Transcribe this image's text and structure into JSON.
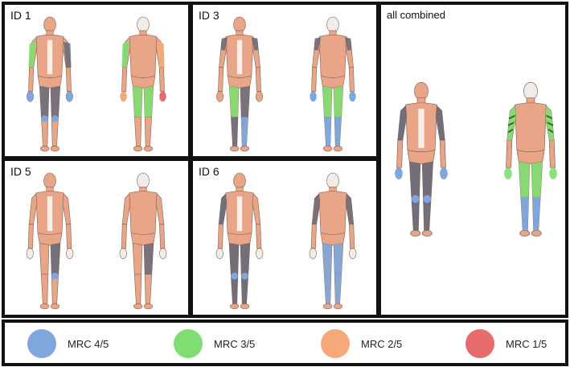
{
  "panels": [
    {
      "label": "ID 1"
    },
    {
      "label": "ID 3"
    },
    {
      "label": "all combined"
    },
    {
      "label": "ID 5"
    },
    {
      "label": "ID 6"
    }
  ],
  "legend": [
    {
      "label": "MRC 4/5",
      "color": "#7fa7dc"
    },
    {
      "label": "MRC 3/5",
      "color": "#7ede72"
    },
    {
      "label": "MRC 2/5",
      "color": "#f5a97a"
    },
    {
      "label": "MRC 1/5",
      "color": "#e66b6b"
    }
  ],
  "colors": {
    "skin": "#e9a587",
    "skin_dark": "#d98566",
    "muscle_grey": "#5f6578",
    "outline": "#8a6a5a"
  }
}
